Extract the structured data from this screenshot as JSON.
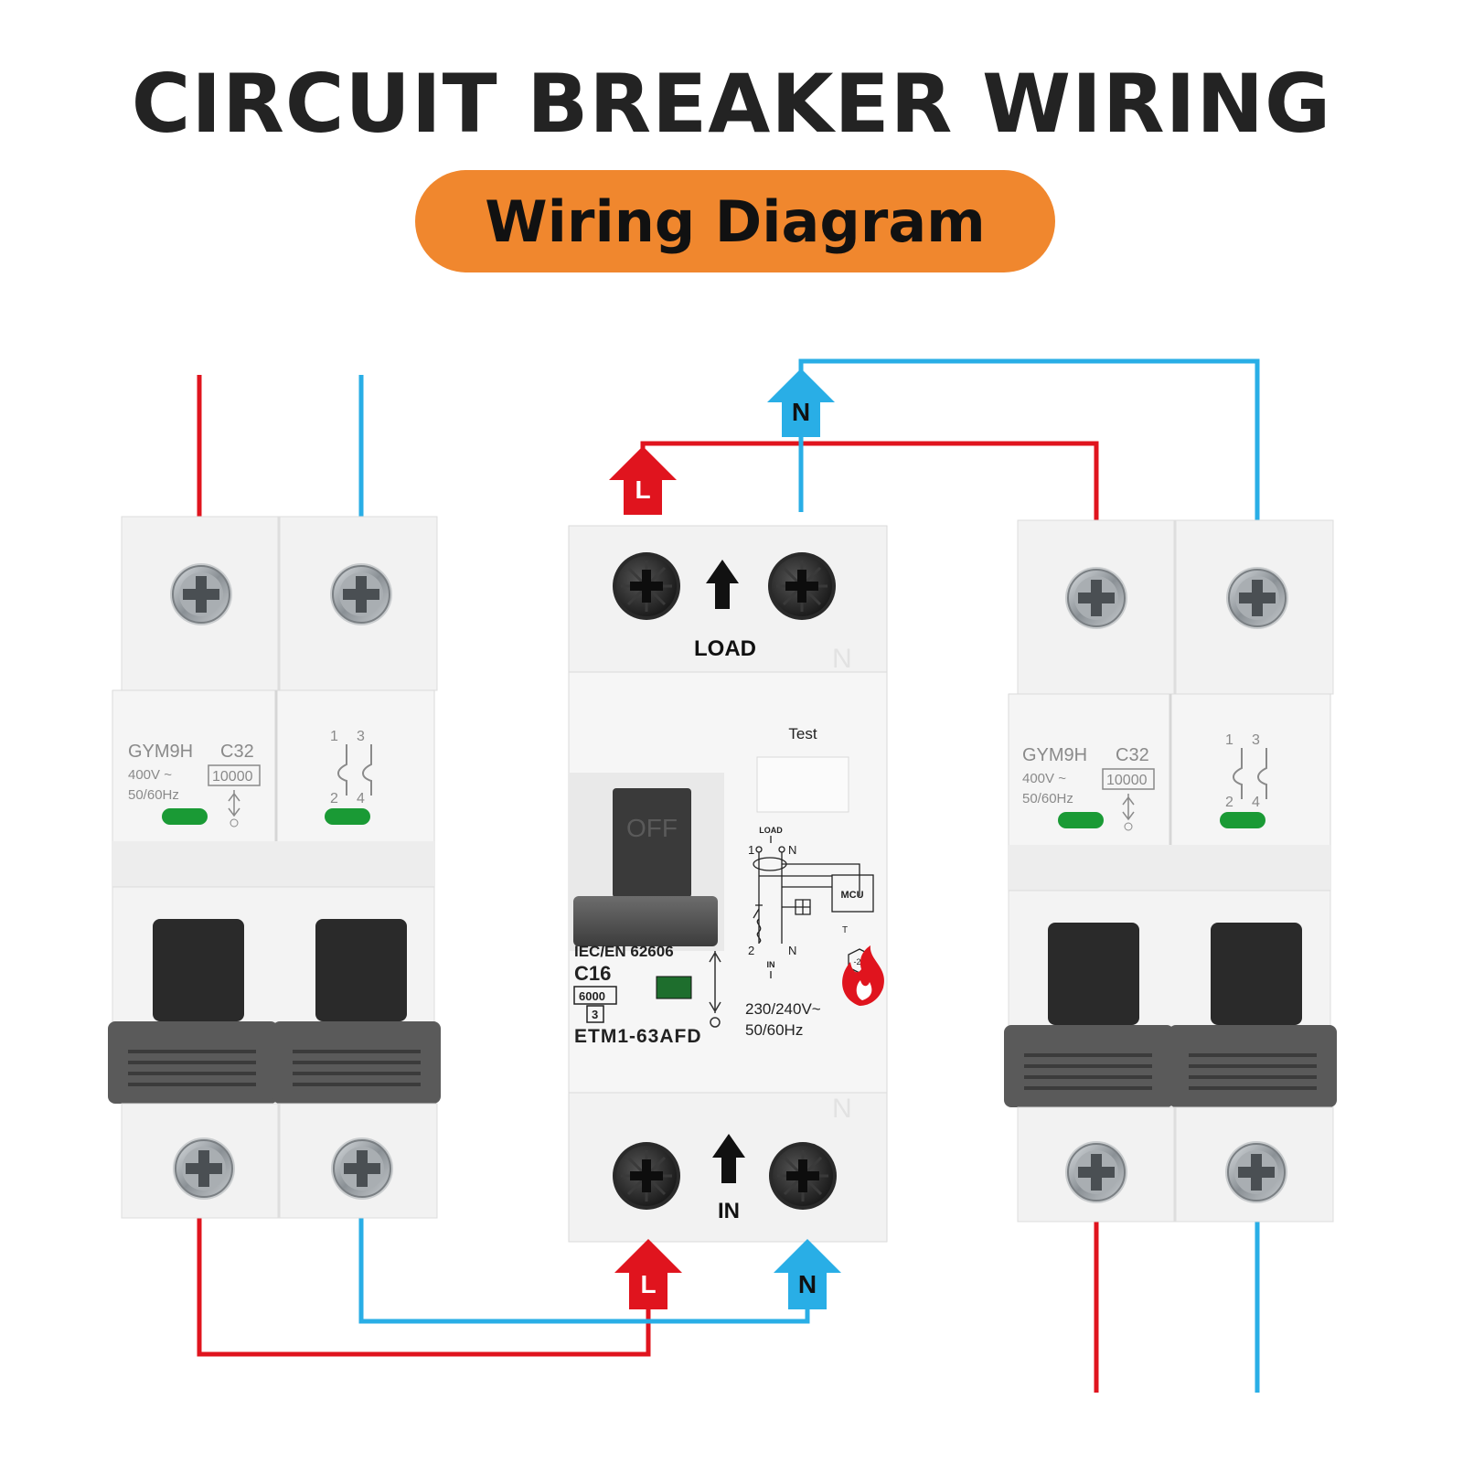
{
  "header": {
    "title": "CIRCUIT BREAKER WIRING",
    "subtitle": "Wiring Diagram"
  },
  "colors": {
    "live": "#e0141e",
    "neutral": "#29aee6",
    "accent": "#f0872e",
    "title": "#232323"
  },
  "mcb": {
    "model": "GYM9H",
    "voltage": "400V ~",
    "frequency": "50/60Hz",
    "rating": "C32",
    "breaking_capacity": "10000",
    "term_1": "1",
    "term_2": "2",
    "term_3": "3",
    "term_4": "4"
  },
  "afdd": {
    "load_label": "LOAD",
    "in_label": "IN",
    "test_label": "Test",
    "handle_state": "OFF",
    "standard": "IEC/EN 62606",
    "rating": "C16",
    "breaking_capacity": "6000",
    "energy_class": "3",
    "model": "ETM1-63AFD",
    "voltage": "230/240V~",
    "frequency": "50/60Hz",
    "schematic": {
      "load": "LOAD",
      "in": "IN",
      "mcu": "MCU",
      "t1": "1",
      "t2": "2",
      "n_top": "N",
      "n_bottom": "N",
      "temp": "-25",
      "t_mark": "T"
    },
    "n_marker": "N"
  },
  "arrows": {
    "live": "L",
    "neutral": "N"
  }
}
